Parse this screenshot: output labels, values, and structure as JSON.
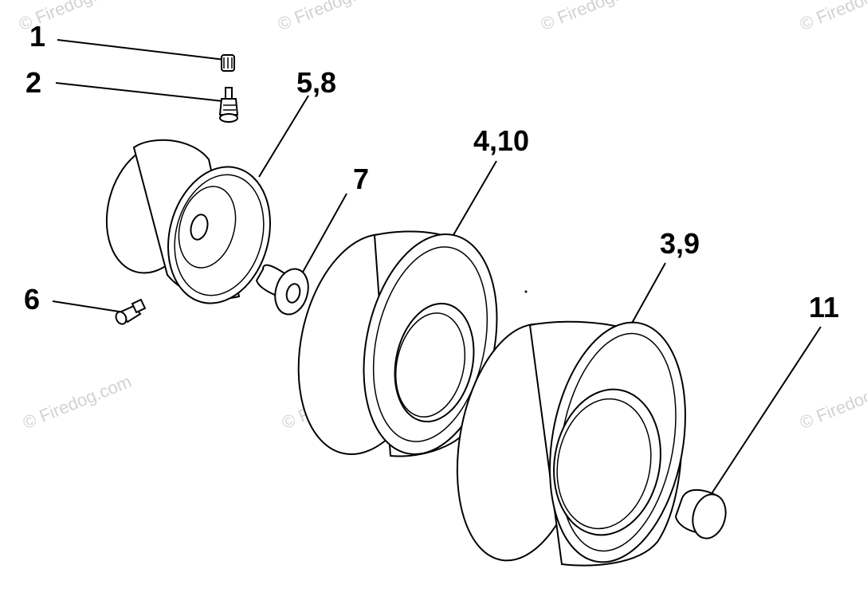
{
  "watermark": "© Firedog.com",
  "callouts": {
    "c1": "1",
    "c2": "2",
    "c58": "5,8",
    "c7": "7",
    "c410": "4,10",
    "c39": "3,9",
    "c11": "11",
    "c6": "6"
  },
  "colors": {
    "line": "#000000",
    "background": "#ffffff",
    "watermark": "#d2d2d2"
  }
}
